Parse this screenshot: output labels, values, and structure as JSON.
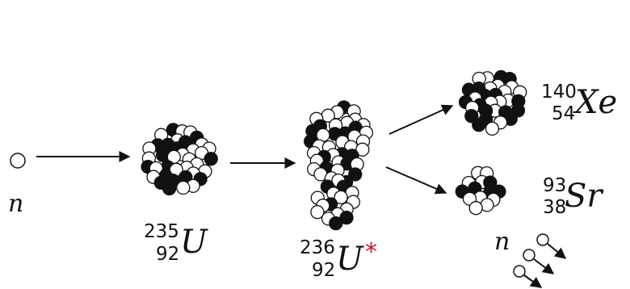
{
  "diagram": {
    "neutron_label": "n",
    "emitted_neutrons_label": "n",
    "u235": {
      "mass": "235",
      "atomic": "92",
      "symbol": "U"
    },
    "u236": {
      "mass": "236",
      "atomic": "92",
      "symbol": "U",
      "excited_mark": "*"
    },
    "xe": {
      "mass": "140",
      "atomic": "54",
      "symbol": "Xe"
    },
    "sr": {
      "mass": "93",
      "atomic": "38",
      "symbol": "Sr"
    },
    "colors": {
      "excited_mark": "#c0202a",
      "ink": "#111111"
    }
  }
}
